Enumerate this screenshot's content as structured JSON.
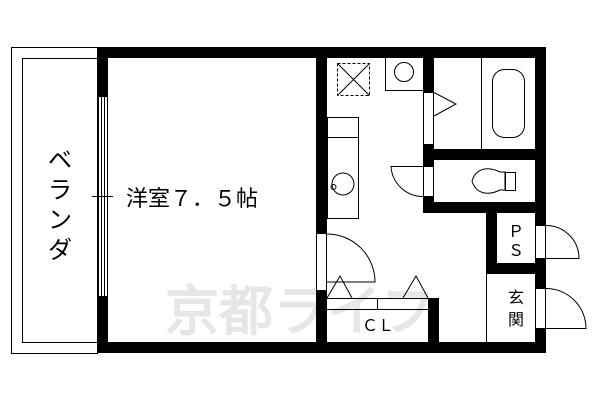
{
  "floorplan": {
    "rooms": {
      "balcony": {
        "label_chars": [
          "ベ",
          "ラ",
          "ン",
          "ダ"
        ]
      },
      "western_room": {
        "label": "洋室７．５帖"
      },
      "closet": {
        "label": "ＣＬ"
      },
      "pipe_space": {
        "label_chars": [
          "Ｐ",
          "Ｓ"
        ]
      },
      "entrance": {
        "label_chars": [
          "玄",
          "関"
        ]
      }
    },
    "watermark": {
      "text": "京都ライフ"
    },
    "colors": {
      "wall": "#000000",
      "line": "#000000",
      "watermark": "#e6e6e6",
      "background": "#ffffff"
    }
  }
}
